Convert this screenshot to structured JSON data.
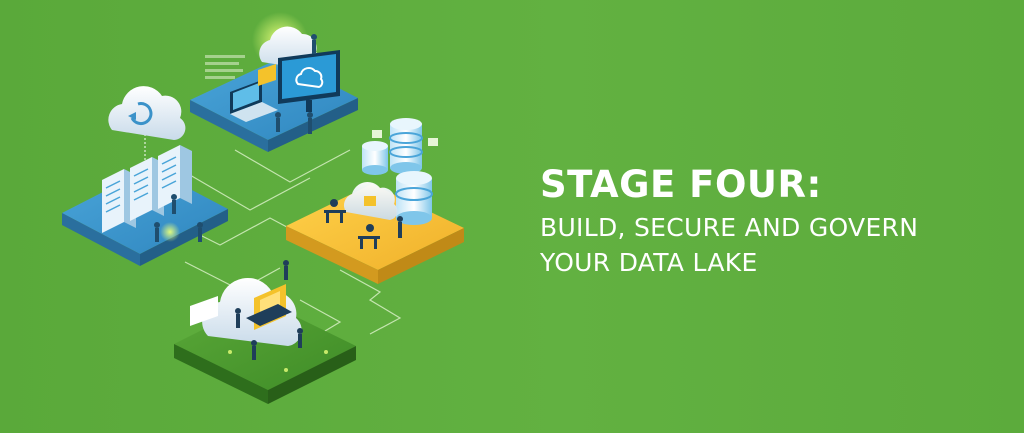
{
  "headline": {
    "title": "STAGE FOUR:",
    "subtitle_line1": "BUILD, SECURE AND GOVERN",
    "subtitle_line2": "YOUR DATA LAKE"
  },
  "colors": {
    "background": "#62b141",
    "text": "#ffffff",
    "platform_blue": "#3b92c9",
    "platform_yellow": "#f1b930",
    "platform_green": "#4e9a2f"
  },
  "illustration": {
    "platforms": [
      "servers-cloud-platform",
      "workstation-platform",
      "database-platform",
      "cloud-storage-platform"
    ],
    "icons": [
      "cloud-sync-icon",
      "server-rack-icon",
      "monitor-cloud-icon",
      "laptop-icon",
      "database-stack-icon",
      "folder-icon",
      "cloud-icon"
    ]
  }
}
